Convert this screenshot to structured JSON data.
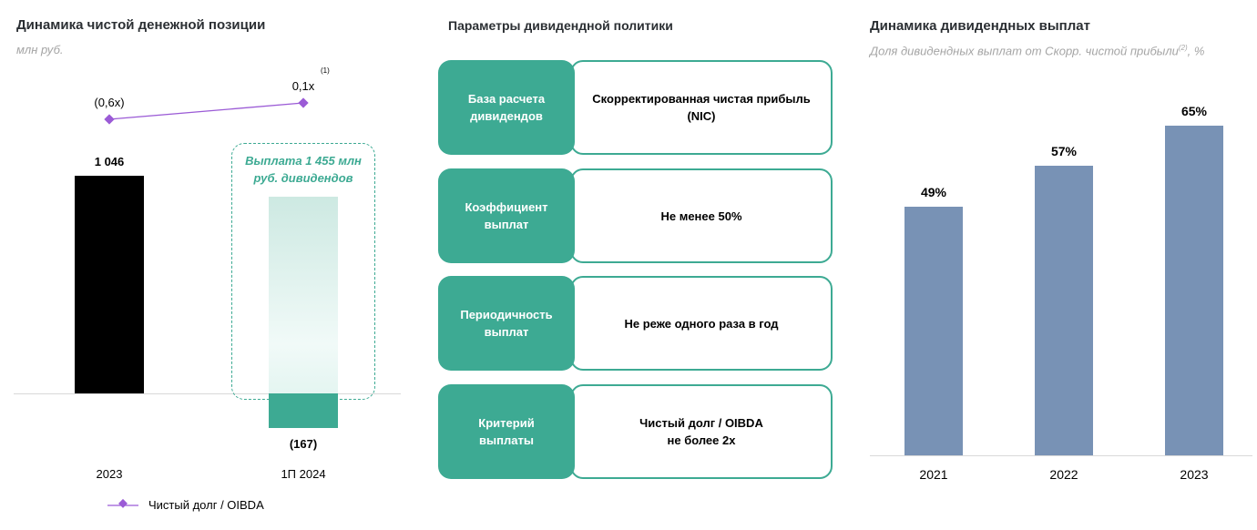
{
  "left": {
    "title": "Динамика чистой денежной позиции",
    "subtitle": "млн руб.",
    "annotation": "Выплата 1 455 млн руб. дивидендов",
    "legend": "Чистый долг / OIBDA",
    "footnote_marker": "(1)"
  },
  "middle": {
    "title": "Параметры дивидендной политики",
    "rows": [
      {
        "label": "База расчета дивидендов",
        "value": "Скорректированная чистая прибыль\n(NIC)"
      },
      {
        "label": "Коэффициент выплат",
        "value": "Не менее 50%"
      },
      {
        "label": "Периодичность выплат",
        "value": "Не реже одного раза в год"
      },
      {
        "label": "Критерий выплаты",
        "value": "Чистый долг / OIBDA\nне более 2x"
      }
    ]
  },
  "right": {
    "title": "Динамика дивидендных выплат",
    "subtitle": "Доля дивидендных выплат от Скорр. чистой прибыли",
    "subtitle_sup": "(2)",
    "subtitle_tail": ", %"
  },
  "chart_data": [
    {
      "type": "bar",
      "title": "Динамика чистой денежной позиции",
      "categories": [
        "2023",
        "1П 2024"
      ],
      "values": [
        1046,
        -167
      ],
      "value_labels": [
        "1 046",
        "(167)"
      ],
      "colors": [
        "#000000",
        "#3daa93"
      ],
      "line_series": {
        "name": "Чистый долг / OIBDA",
        "values": [
          -0.6,
          0.1
        ],
        "labels": [
          "(0,6x)",
          "0,1x"
        ],
        "color": "#9b5bd6"
      }
    },
    {
      "type": "bar",
      "title": "Динамика дивидендных выплат",
      "categories": [
        "2021",
        "2022",
        "2023"
      ],
      "values": [
        49,
        57,
        65
      ],
      "value_labels": [
        "49%",
        "57%",
        "65%"
      ],
      "color": "#7892b5",
      "ylim": [
        0,
        70
      ]
    }
  ]
}
